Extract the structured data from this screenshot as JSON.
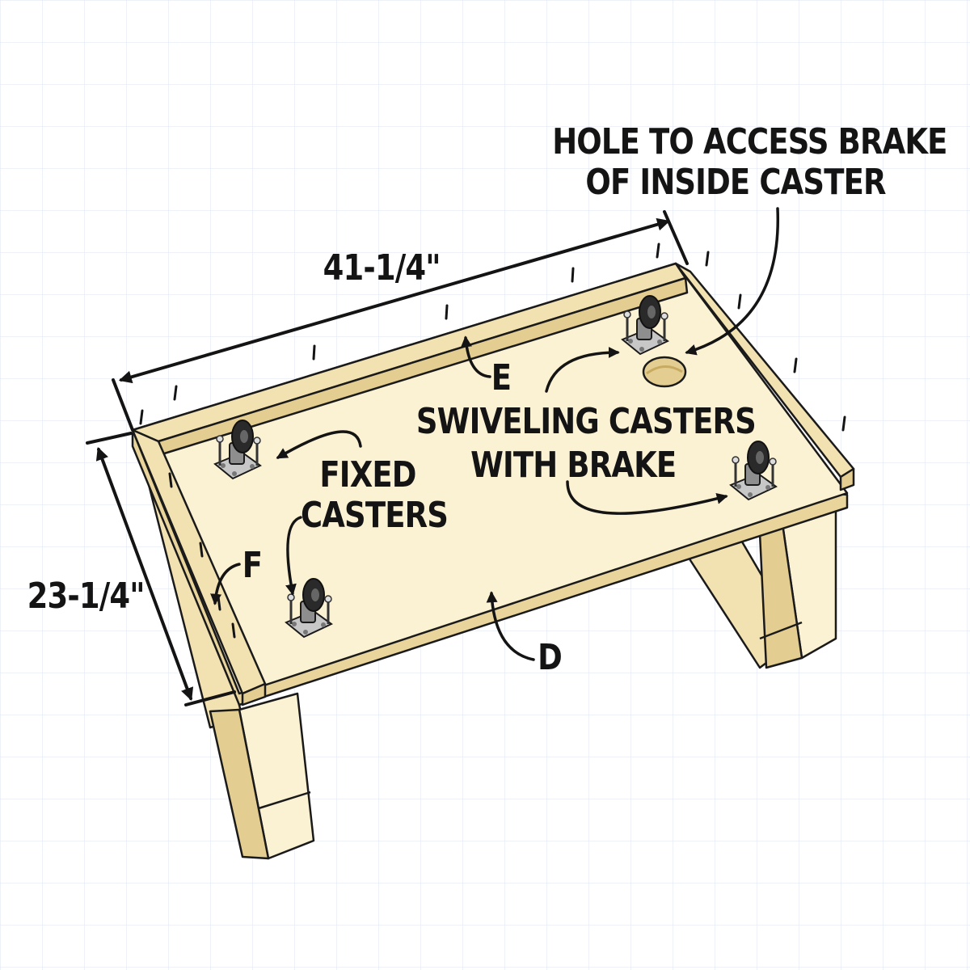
{
  "colors": {
    "background": "#ffffff",
    "grid": "#dde6f1",
    "wood_top": "#fbf1d3",
    "wood_side": "#f2e2b2",
    "wood_dark": "#e4cd90",
    "outline": "#1a1a1a",
    "caster_plate": "#c7c7c7",
    "caster_wheel": "#2a2a2a"
  },
  "labels": {
    "hole_line1": "HOLE TO ACCESS BRAKE",
    "hole_line2": "OF INSIDE CASTER",
    "length": "41-1/4\"",
    "width": "23-1/4\"",
    "part_e": "E",
    "part_f": "F",
    "part_d": "D",
    "swivel_line1": "SWIVELING CASTERS",
    "swivel_line2": "WITH BRAKE",
    "fixed_line1": "FIXED",
    "fixed_line2": "CASTERS"
  }
}
